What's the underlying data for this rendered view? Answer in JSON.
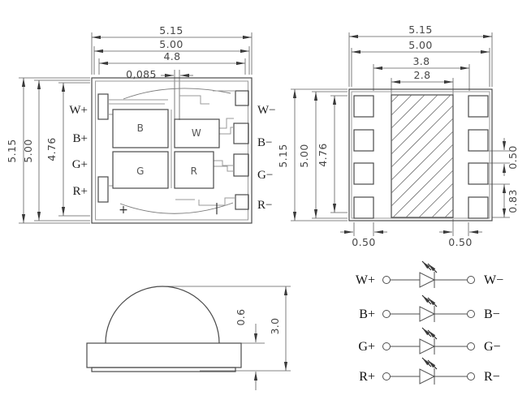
{
  "top_view": {
    "dims_horizontal": [
      "5.15",
      "5.00",
      "4.8",
      "0,085"
    ],
    "dims_vertical": [
      "5.15",
      "5.00",
      "4.76"
    ],
    "pins_left": [
      "W+",
      "B+",
      "G+",
      "R+"
    ],
    "pins_right": [
      "W−",
      "B−",
      "G−",
      "R−"
    ],
    "chips": [
      "B",
      "W",
      "G",
      "R"
    ],
    "polarity_anode_mark": "+",
    "polarity_cathode_mark": "|"
  },
  "bottom_view": {
    "dims_horizontal": [
      "5.15",
      "5.00",
      "3.8",
      "2.8"
    ],
    "dims_vertical": [
      "5.15",
      "5.00",
      "4.76"
    ],
    "dims_right": [
      "0.50",
      "0.83"
    ],
    "dims_bottom": [
      "0.50",
      "0.50"
    ]
  },
  "side_view": {
    "dim_base_height": "0.6",
    "dim_total_height": "3.0"
  },
  "circuit": {
    "rows": [
      {
        "anode": "W+",
        "cathode": "W−"
      },
      {
        "anode": "B+",
        "cathode": "B−"
      },
      {
        "anode": "G+",
        "cathode": "G−"
      },
      {
        "anode": "R+",
        "cathode": "R−"
      }
    ]
  },
  "colors": {
    "line": "#4a4a4a",
    "secondary": "#9a9a9a",
    "dimension": "#5e5e5e",
    "text": "#1c1c1c",
    "background": "#ffffff"
  }
}
